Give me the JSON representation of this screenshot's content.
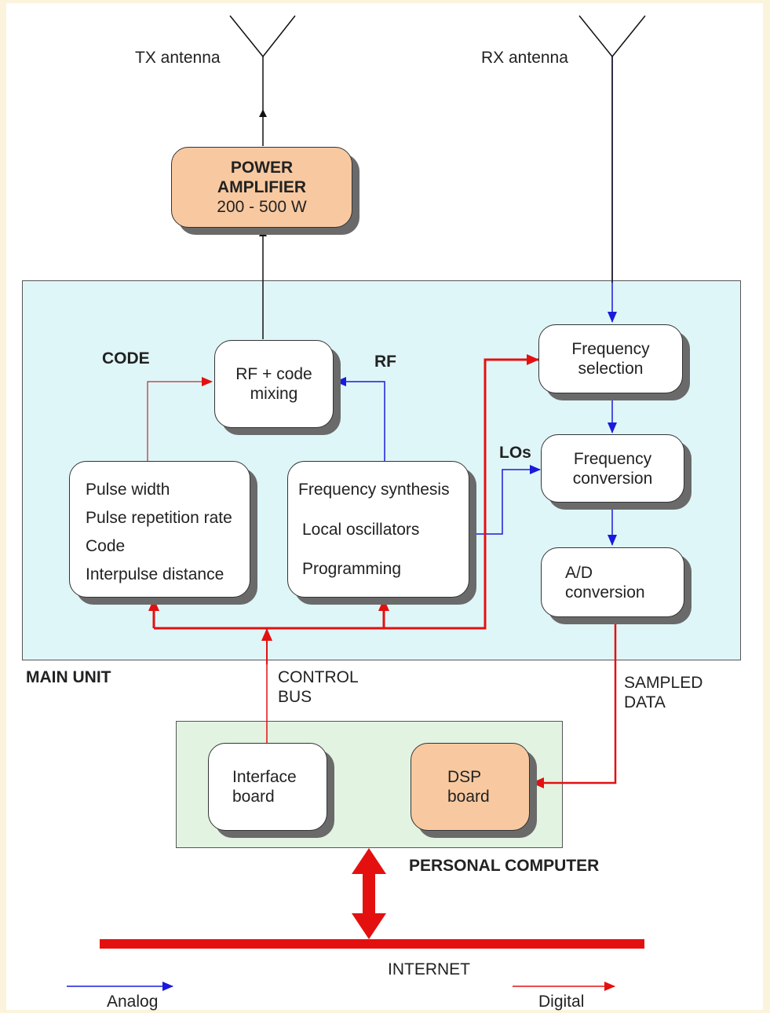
{
  "antennas": {
    "tx": "TX antenna",
    "rx": "RX antenna"
  },
  "power_amplifier": {
    "line1": "POWER",
    "line2": "AMPLIFIER",
    "line3": "200 - 500 W"
  },
  "main_unit": {
    "label": "MAIN UNIT",
    "code_label": "CODE",
    "rf_label": "RF",
    "los_label": "LOs",
    "rf_mixing": {
      "line1": "RF + code",
      "line2": "mixing"
    },
    "pulse_box": [
      "Pulse width",
      "Pulse repetition rate",
      "Code",
      "Interpulse distance"
    ],
    "synth_box": [
      "Frequency synthesis",
      "Local oscillators",
      "Programming"
    ],
    "freq_selection": {
      "line1": "Frequency",
      "line2": "selection"
    },
    "freq_conversion": {
      "line1": "Frequency",
      "line2": "conversion"
    },
    "ad_conversion": {
      "line1": "A/D",
      "line2": "conversion"
    }
  },
  "control_bus": {
    "line1": "CONTROL",
    "line2": "BUS"
  },
  "sampled_data": {
    "line1": "SAMPLED",
    "line2": "DATA"
  },
  "personal_computer": {
    "label": "PERSONAL COMPUTER",
    "interface_board": {
      "line1": "Interface",
      "line2": "board"
    },
    "dsp_board": {
      "line1": "DSP",
      "line2": "board"
    }
  },
  "internet": "INTERNET",
  "legend": {
    "analog": "Analog",
    "digital": "Digital"
  },
  "colors": {
    "analog": "#1a1adc",
    "digital": "#e41010",
    "neutral": "#111111",
    "main_unit_bg": "#dff6f8",
    "pc_bg": "#e2f3e2",
    "orange_box": "#f8c9a0"
  }
}
